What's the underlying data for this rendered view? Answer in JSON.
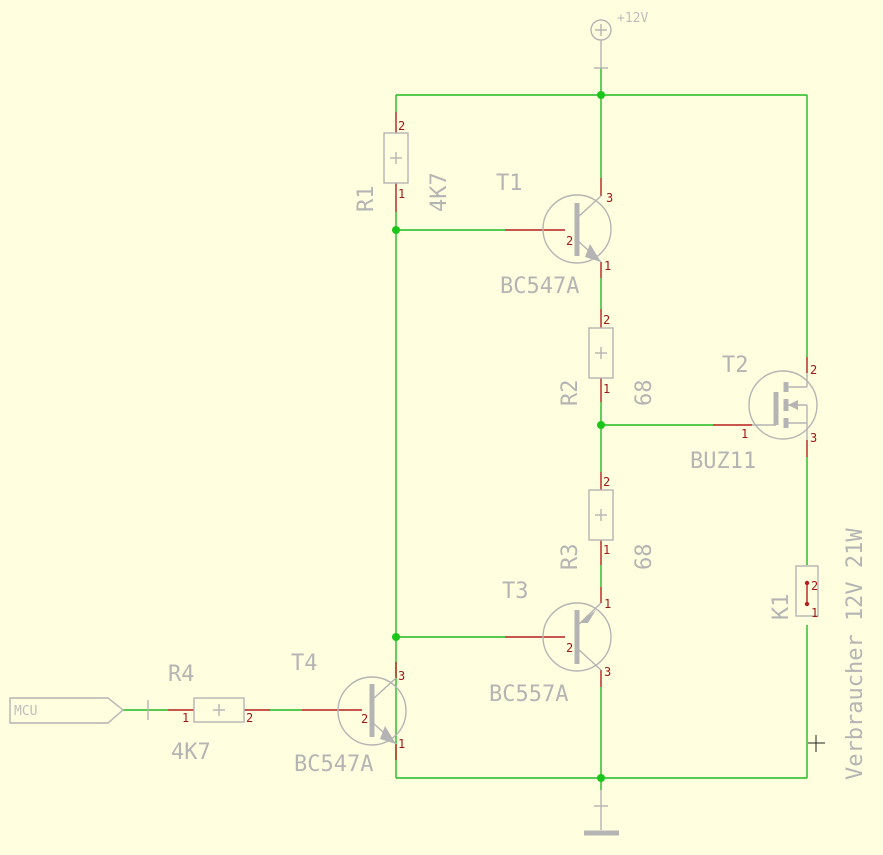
{
  "supply_label": "+12V",
  "net_label_mcu": "MCU",
  "components": {
    "R1": {
      "name": "R1",
      "value": "4K7",
      "pin_top": "2",
      "pin_bottom": "1"
    },
    "R2": {
      "name": "R2",
      "value": "68",
      "pin_top": "2",
      "pin_bottom": "1"
    },
    "R3": {
      "name": "R3",
      "value": "68",
      "pin_top": "2",
      "pin_bottom": "1"
    },
    "R4": {
      "name": "R4",
      "value": "4K7",
      "pin_left": "1",
      "pin_right": "2"
    },
    "T1": {
      "name": "T1",
      "value": "BC547A",
      "pin_c": "3",
      "pin_b": "2",
      "pin_e": "1"
    },
    "T2": {
      "name": "T2",
      "value": "BUZ11",
      "pin_d": "2",
      "pin_g": "1",
      "pin_s": "3"
    },
    "T3": {
      "name": "T3",
      "value": "BC557A",
      "pin_e": "1",
      "pin_b": "2",
      "pin_c": "3"
    },
    "T4": {
      "name": "T4",
      "value": "BC547A",
      "pin_c": "3",
      "pin_b": "2",
      "pin_e": "1"
    },
    "K1": {
      "name": "K1",
      "value": "Verbraucher 12V 21W",
      "pin_a": "2",
      "pin_b": "1"
    }
  },
  "colors": {
    "background": "#ffffe0",
    "wire": "#21b921",
    "pin": "#b41e1e",
    "symbol": "#b4b4b4"
  }
}
